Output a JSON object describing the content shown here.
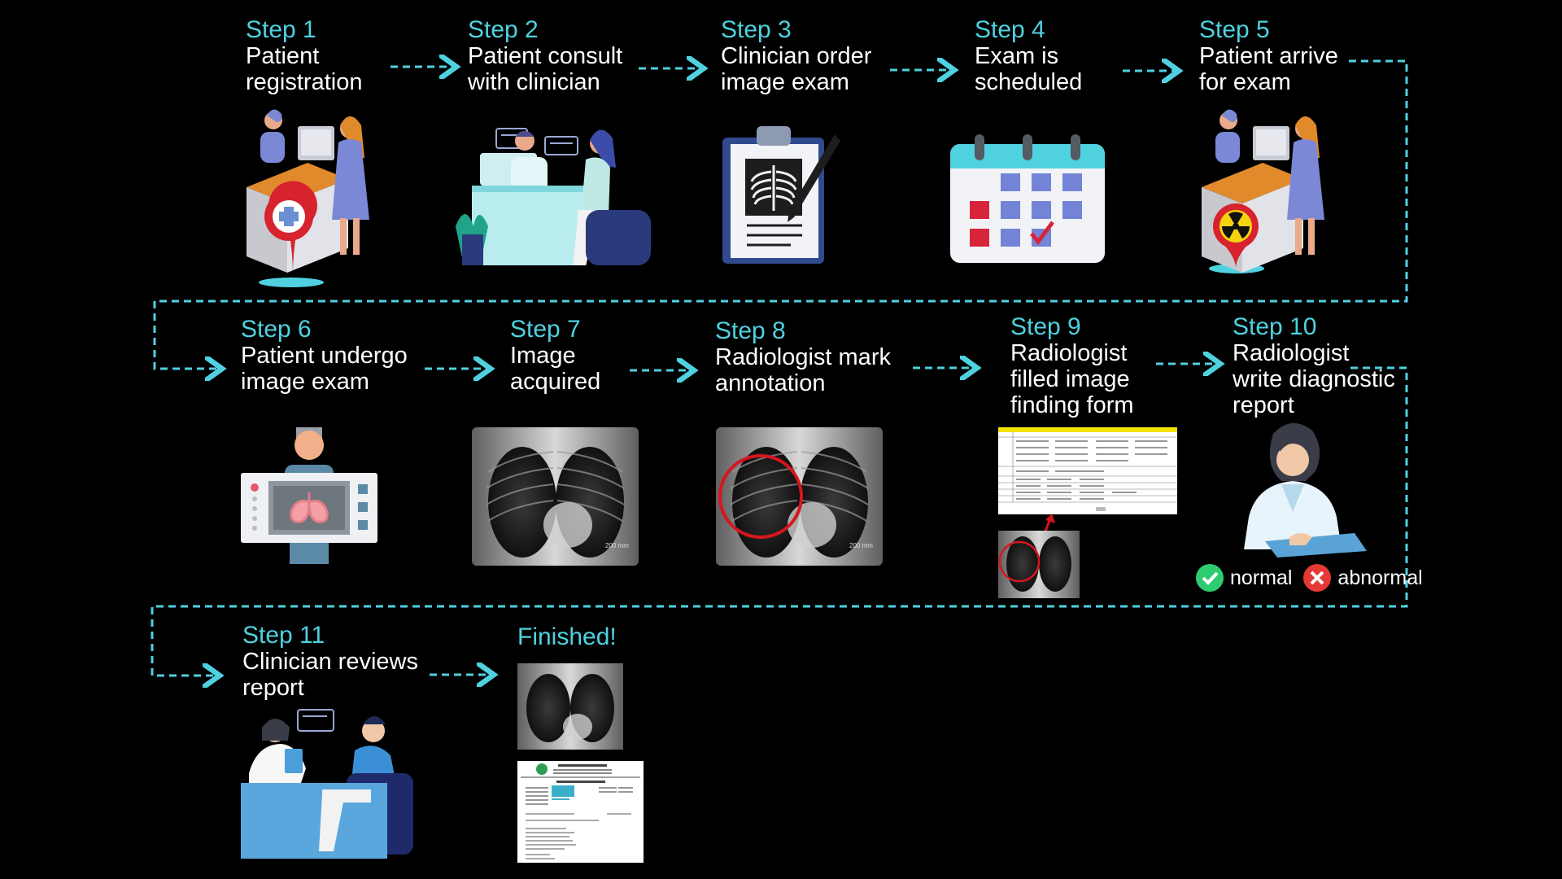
{
  "steps": [
    {
      "num": "Step 1",
      "lines": [
        "Patient",
        "registration"
      ]
    },
    {
      "num": "Step 2",
      "lines": [
        "Patient consult",
        "with clinician"
      ]
    },
    {
      "num": "Step 3",
      "lines": [
        "Clinician order",
        "image exam"
      ]
    },
    {
      "num": "Step 4",
      "lines": [
        "Exam is",
        "scheduled"
      ]
    },
    {
      "num": "Step 5",
      "lines": [
        "Patient arrive",
        "for exam"
      ]
    },
    {
      "num": "Step 6",
      "lines": [
        "Patient undergo",
        "image exam"
      ]
    },
    {
      "num": "Step 7",
      "lines": [
        "Image",
        "acquired"
      ]
    },
    {
      "num": "Step 8",
      "lines": [
        "Radiologist mark",
        "annotation"
      ]
    },
    {
      "num": "Step 9",
      "lines": [
        "Radiologist",
        "filled image",
        "finding form"
      ]
    },
    {
      "num": "Step 10",
      "lines": [
        "Radiologist",
        "write diagnostic",
        "report"
      ]
    },
    {
      "num": "Step 11",
      "lines": [
        "Clinician reviews",
        "report"
      ]
    }
  ],
  "finished": "Finished!",
  "outcomes": {
    "normal": "normal",
    "abnormal": "abnormal"
  },
  "xray_scale": "200 mm",
  "colors": {
    "accent": "#4fd1e0",
    "background": "#000000",
    "normal": "#2ecc71",
    "abnormal": "#e53935",
    "annotation": "#d6161e"
  },
  "icons": [
    "reception-desk-icon",
    "map-pin-cross-icon",
    "doctor-consultation-icon",
    "clipboard-xray-icon",
    "calendar-icon",
    "map-pin-radiation-icon",
    "xray-machine-icon",
    "chest-xray-image",
    "annotated-xray-image",
    "finding-form-image",
    "radiologist-writing-icon",
    "check-circle-icon",
    "x-circle-icon",
    "report-document-image"
  ]
}
